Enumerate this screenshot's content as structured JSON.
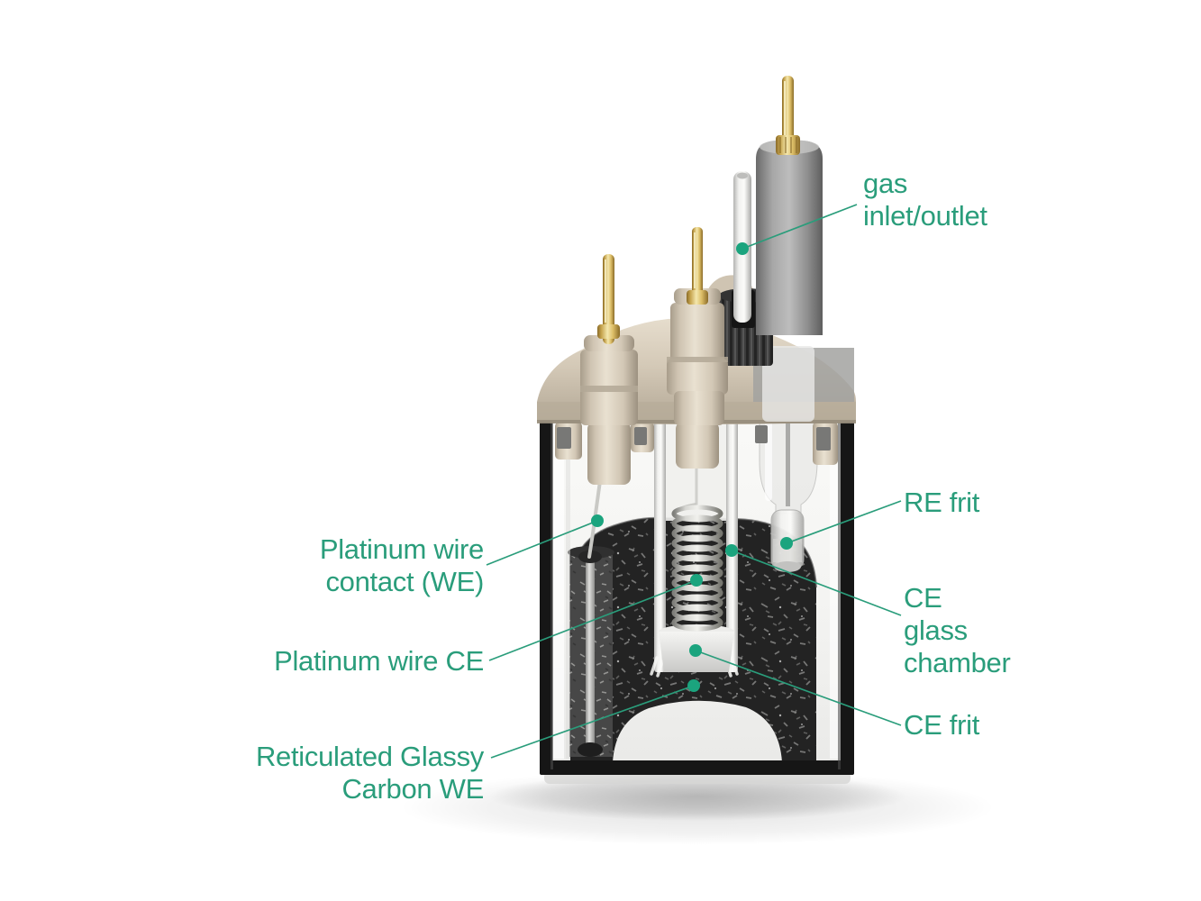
{
  "figure": {
    "accent_color": "#2a9d7b",
    "marker_color": "#1ba47e",
    "labels": {
      "gas_inlet": "gas\ninlet/outlet",
      "re_frit": "RE frit",
      "ce_glass_chamber": "CE\nglass\nchamber",
      "ce_frit": "CE frit",
      "platinum_wire_we": "Platinum wire\ncontact (WE)",
      "platinum_wire_ce": "Platinum wire CE",
      "reticulated_glassy_carbon_we": "Reticulated Glassy\nCarbon WE"
    }
  }
}
